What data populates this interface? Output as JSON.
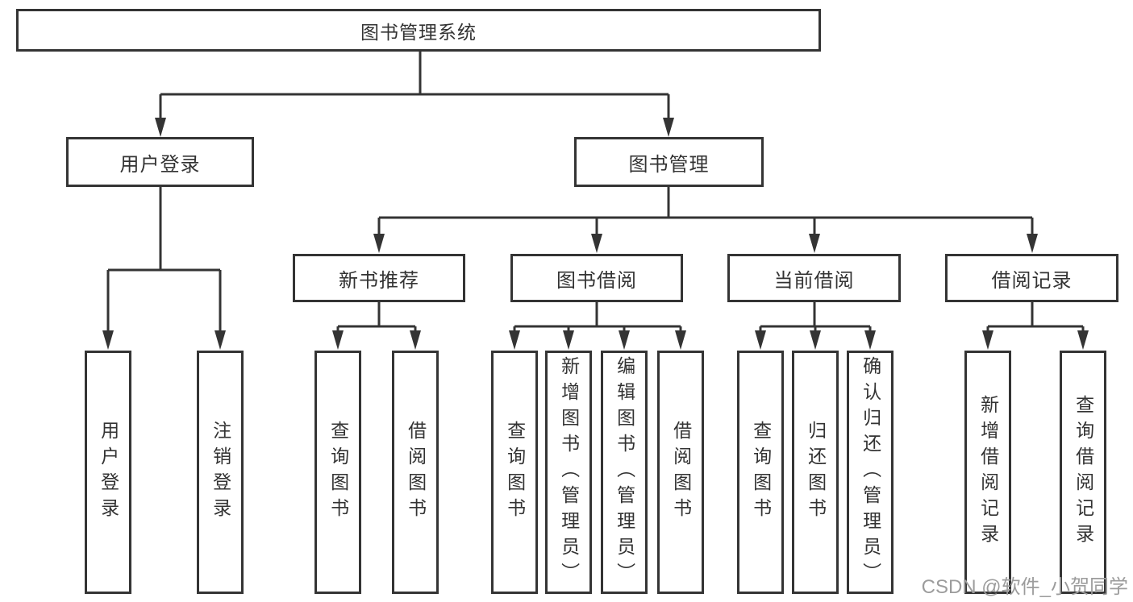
{
  "diagram_type": "hierarchy-tree",
  "colors": {
    "line": "#343434",
    "box_border": "#343434",
    "text": "#333333",
    "background": "#ffffff",
    "watermark": "#9c9c9c"
  },
  "tree": {
    "root": {
      "label": "图书管理系统"
    },
    "children": [
      {
        "label": "用户登录",
        "children": [
          {
            "label": "用户登录"
          },
          {
            "label": "注销登录"
          }
        ]
      },
      {
        "label": "图书管理",
        "children": [
          {
            "label": "新书推荐",
            "children": [
              {
                "label": "查询图书"
              },
              {
                "label": "借阅图书"
              }
            ]
          },
          {
            "label": "图书借阅",
            "children": [
              {
                "label": "查询图书"
              },
              {
                "label": "新增图书（管理员）"
              },
              {
                "label": "编辑图书（管理员）"
              },
              {
                "label": "借阅图书"
              }
            ]
          },
          {
            "label": "当前借阅",
            "children": [
              {
                "label": "查询图书"
              },
              {
                "label": "归还图书"
              },
              {
                "label": "确认归还（管理员）"
              }
            ]
          },
          {
            "label": "借阅记录",
            "children": [
              {
                "label": "新增借阅记录"
              },
              {
                "label": "查询借阅记录"
              }
            ]
          }
        ]
      }
    ]
  },
  "watermark": {
    "text": "CSDN @软件_小贺同学"
  }
}
